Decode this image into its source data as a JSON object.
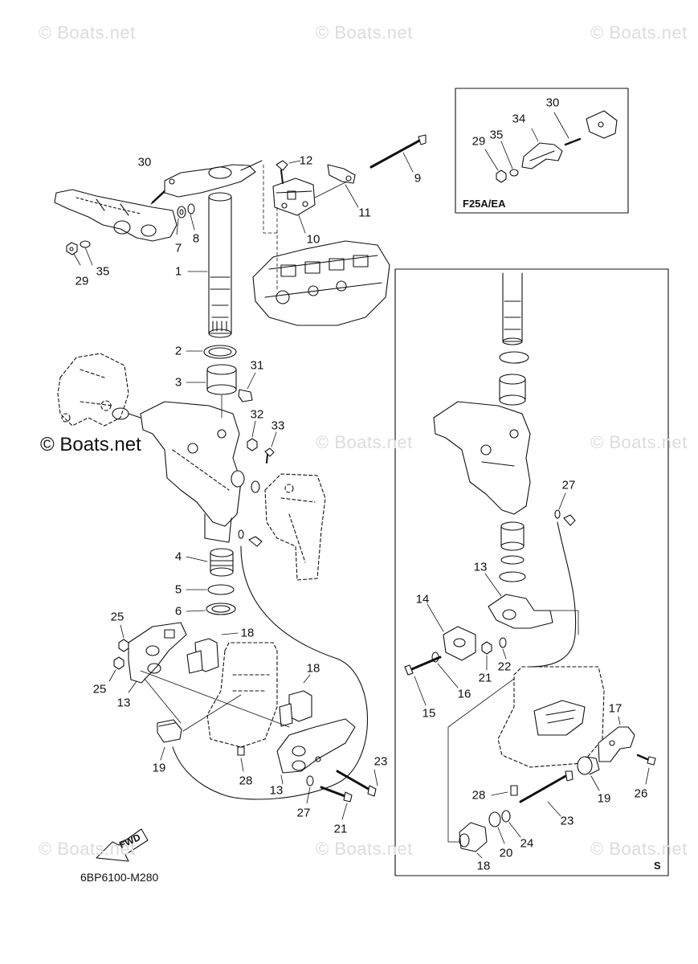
{
  "watermarks": {
    "brand": "© Boats.net"
  },
  "diagram": {
    "code": "6BP6100-M280",
    "fwd_label": "FWD",
    "inset_top_label": "F25A/EA",
    "inset_main_label": "S"
  },
  "callouts": {
    "c1": "1",
    "c2": "2",
    "c3": "3",
    "c4": "4",
    "c5": "5",
    "c6": "6",
    "c7": "7",
    "c8": "8",
    "c9": "9",
    "c10": "10",
    "c11": "11",
    "c12": "12",
    "c13a": "13",
    "c13b": "13",
    "c13c": "13",
    "c14": "14",
    "c15": "15",
    "c16": "16",
    "c17": "17",
    "c18a": "18",
    "c18b": "18",
    "c18c": "18",
    "c19a": "19",
    "c19b": "19",
    "c20": "20",
    "c21a": "21",
    "c21b": "21",
    "c22": "22",
    "c23a": "23",
    "c23b": "23",
    "c24": "24",
    "c25a": "25",
    "c25b": "25",
    "c26": "26",
    "c27a": "27",
    "c27b": "27",
    "c28a": "28",
    "c28b": "28",
    "c29a": "29",
    "c29b": "29",
    "c30a": "30",
    "c30b": "30",
    "c31": "31",
    "c32": "32",
    "c33": "33",
    "c34": "34",
    "c35a": "35",
    "c35b": "35"
  }
}
